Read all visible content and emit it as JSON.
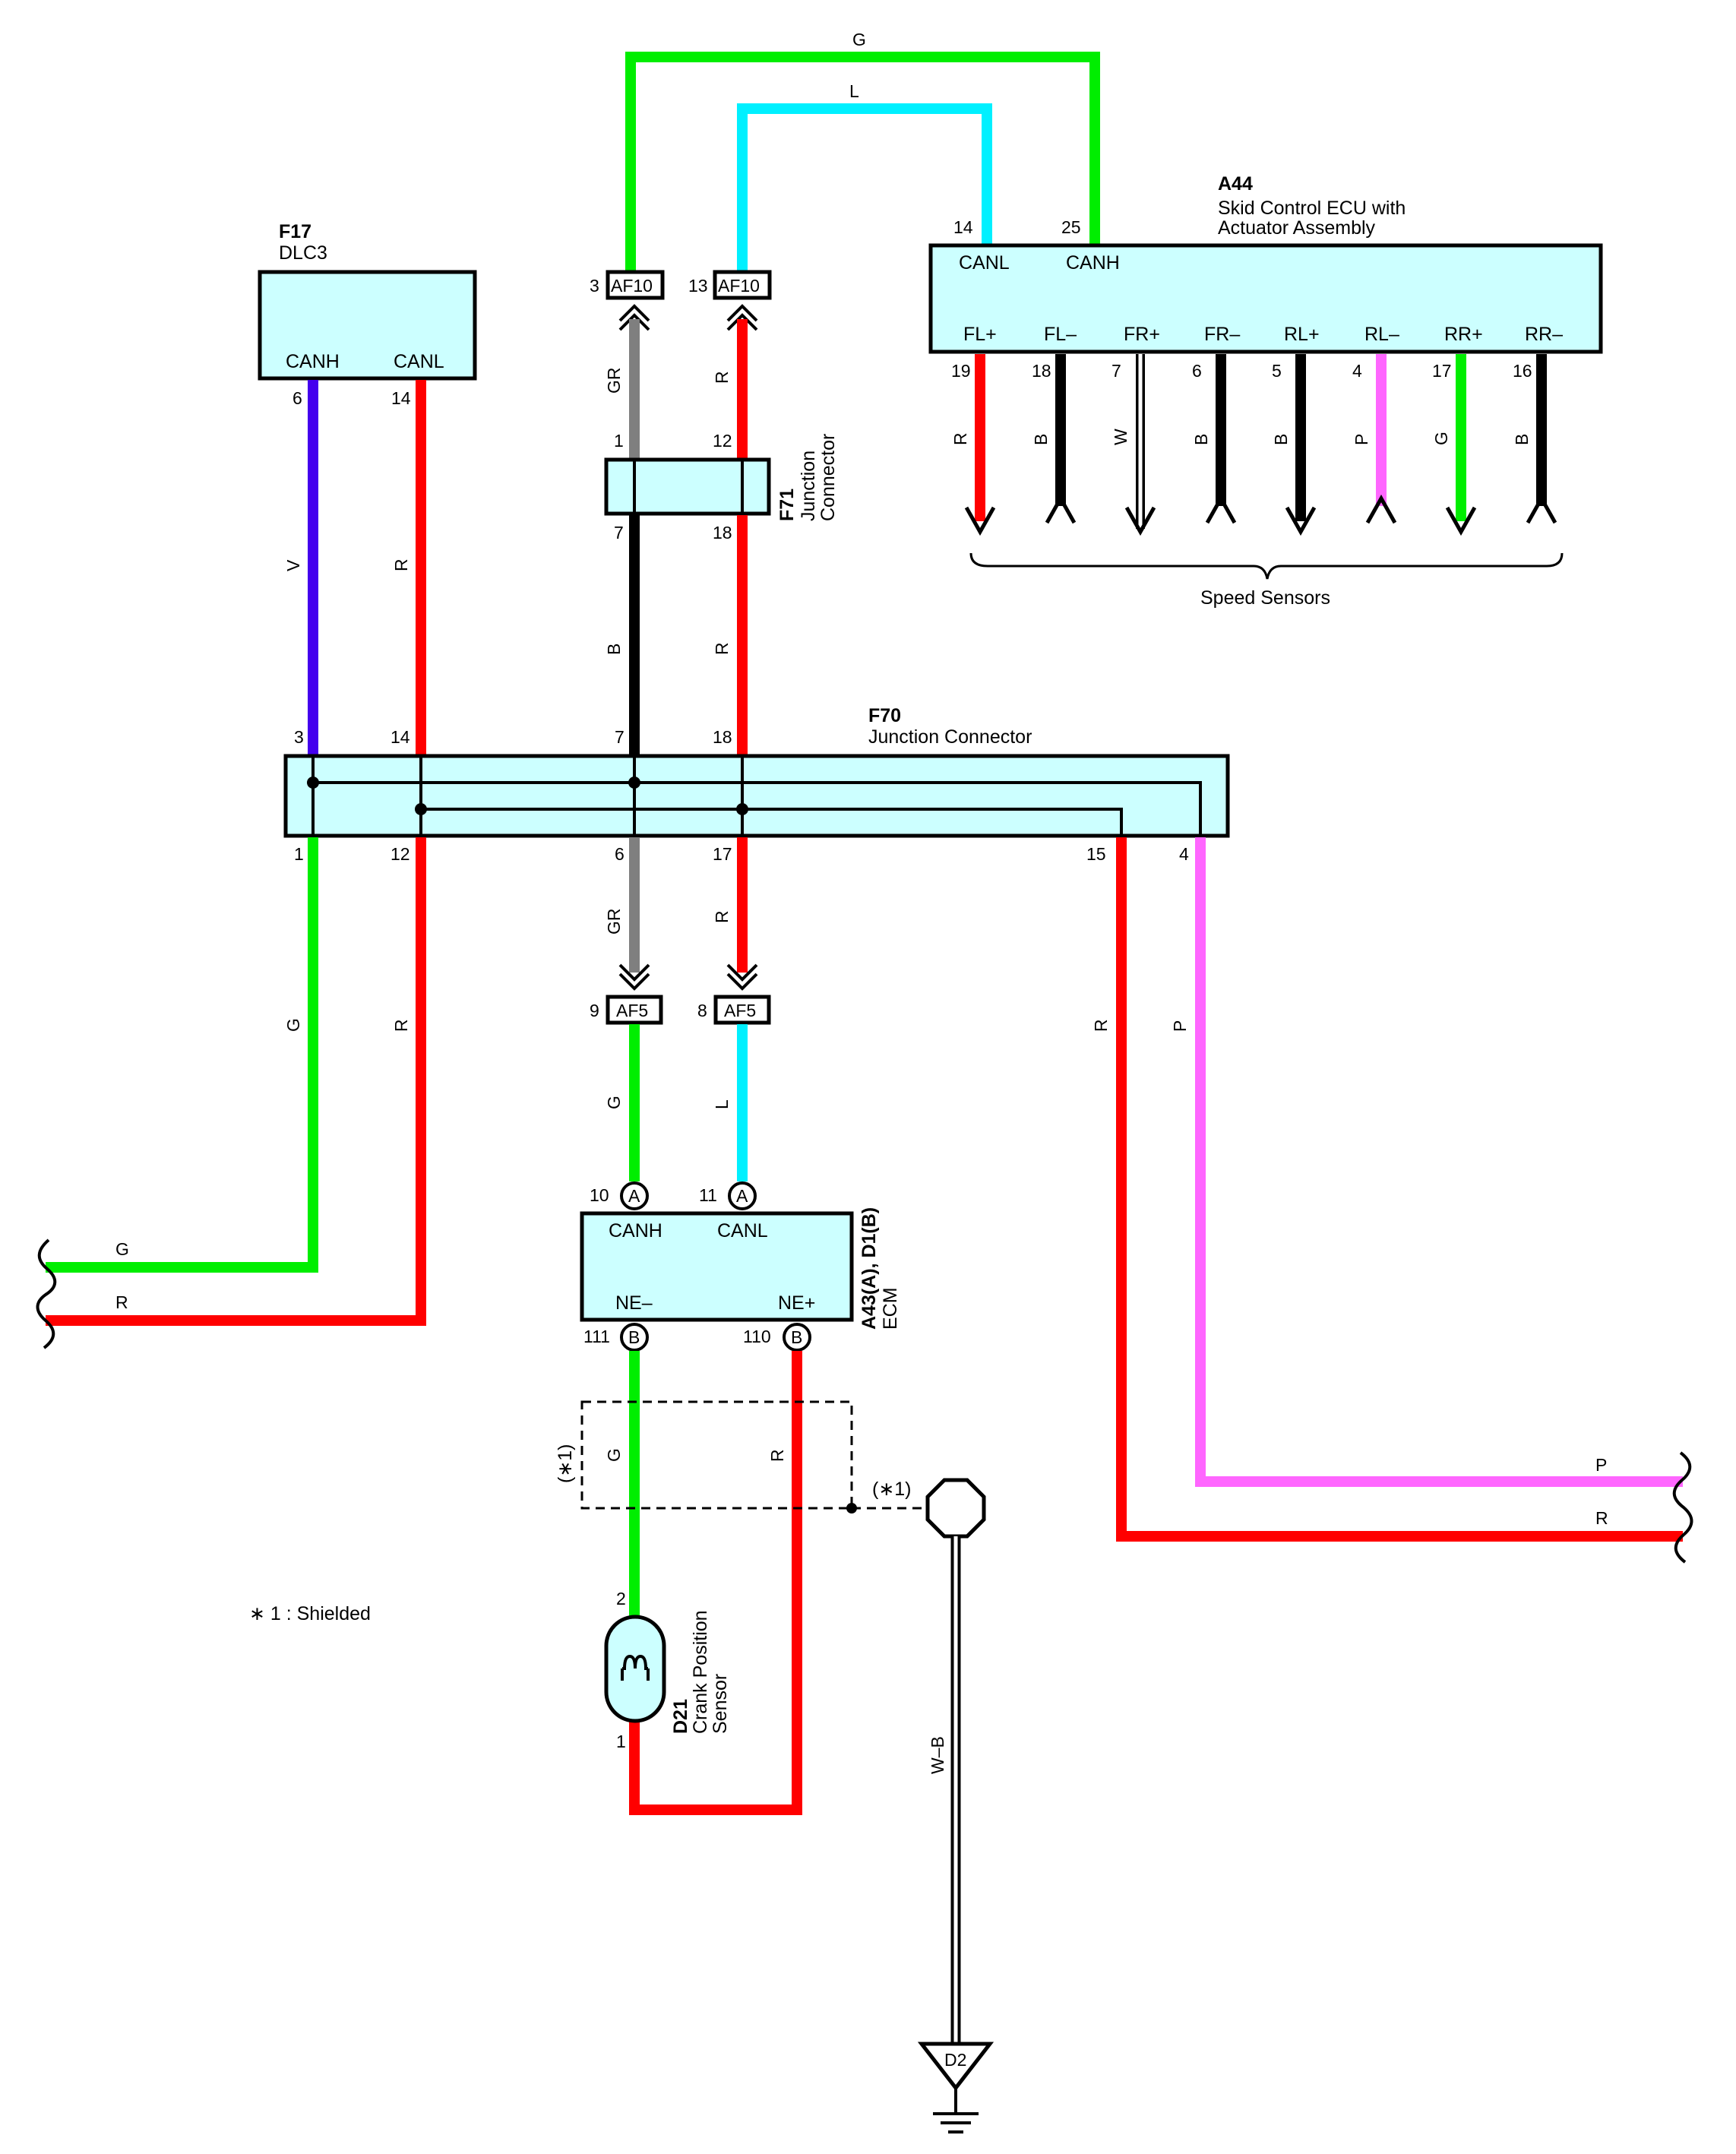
{
  "colors": {
    "G": "#00ee00",
    "L": "#00f0ff",
    "R": "#ff0000",
    "V": "#4400ee",
    "B": "#000000",
    "GR": "#7f7f7f",
    "P": "#ff66ff",
    "W": "#ffffff",
    "box_fill": "#ccffff"
  },
  "connectors": {
    "F17": {
      "id": "F17",
      "name": "DLC3",
      "pins": {
        "CANH": "CANH",
        "CANL": "CANL",
        "n6": "6",
        "n14": "14"
      }
    },
    "A44": {
      "id": "A44",
      "name_line1": "Skid Control ECU with",
      "name_line2": "Actuator Assembly",
      "pins": {
        "CANL": "CANL",
        "CANH": "CANH",
        "n14": "14",
        "n25": "25"
      },
      "sensor_terms": [
        {
          "label": "FL+",
          "pin": "19",
          "wire": "R"
        },
        {
          "label": "FL–",
          "pin": "18",
          "wire": "B"
        },
        {
          "label": "FR+",
          "pin": "7",
          "wire": "W"
        },
        {
          "label": "FR–",
          "pin": "6",
          "wire": "B"
        },
        {
          "label": "RL+",
          "pin": "5",
          "wire": "B"
        },
        {
          "label": "RL–",
          "pin": "4",
          "wire": "P"
        },
        {
          "label": "RR+",
          "pin": "17",
          "wire": "G"
        },
        {
          "label": "RR–",
          "pin": "16",
          "wire": "B"
        }
      ],
      "speed_sensors": "Speed Sensors"
    },
    "F71": {
      "id": "F71",
      "name_line1": "Junction",
      "name_line2": "Connector",
      "pins": {
        "n1": "1",
        "n12": "12",
        "n7": "7",
        "n18": "18"
      }
    },
    "F70": {
      "id": "F70",
      "name": "Junction Connector",
      "pins": {
        "n3": "3",
        "n14": "14",
        "n7": "7",
        "n18": "18",
        "n1": "1",
        "n12": "12",
        "n6": "6",
        "n17": "17",
        "n15": "15",
        "n4": "4"
      }
    },
    "AF10": {
      "id": "AF10",
      "pin_a": "3",
      "pin_b": "13"
    },
    "AF5": {
      "id": "AF5",
      "pin_a": "9",
      "pin_b": "8"
    },
    "ECM": {
      "id": "A43(A), D1(B)",
      "name": "ECM",
      "pins": {
        "CANH": "CANH",
        "CANL": "CANL",
        "NEm": "NE–",
        "NEp": "NE+",
        "n10": "10",
        "n11": "11",
        "n111": "111",
        "n110": "110",
        "A": "A",
        "B": "B"
      }
    },
    "D21": {
      "id": "D21",
      "name_line1": "Crank Position",
      "name_line2": "Sensor",
      "pin_2": "2",
      "pin_1": "1"
    },
    "D2": {
      "id": "D2"
    }
  },
  "wire_codes": {
    "top_g": "G",
    "top_l": "L",
    "f17_v": "V",
    "f17_r": "R",
    "af10_gr": "GR",
    "af10_r": "R",
    "f71_b": "B",
    "f71_r": "R",
    "f70_g": "G",
    "f70_r": "R",
    "af5_gr": "GR",
    "af5_r": "R",
    "af5_g": "G",
    "af5_l": "L",
    "right_r": "R",
    "right_p": "P",
    "left_g": "G",
    "left_r": "R",
    "shield_g": "G",
    "shield_r": "R",
    "end_p": "P",
    "end_r": "R",
    "ground": "W–B"
  },
  "shield": {
    "mark_left": "(∗1)",
    "mark_right": "(∗1)",
    "note": "∗ 1 : Shielded"
  }
}
